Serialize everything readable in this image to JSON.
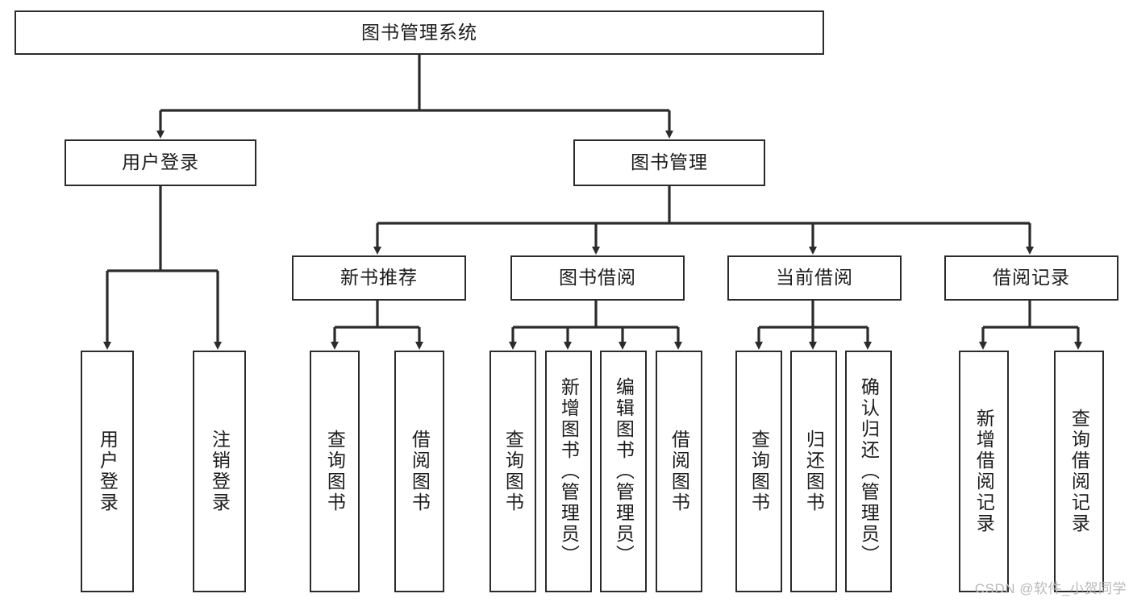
{
  "diagram": {
    "type": "tree-hierarchy",
    "title": "图书管理系统",
    "watermark": "CSDN @软件_小贺同学",
    "colors": {
      "box_border": "#2b2b2b",
      "box_fill": "#ffffff",
      "edge": "#2b2b2b",
      "text": "#1b1b1b",
      "watermark": "#b9b9b9"
    },
    "nodes": {
      "root": {
        "label": "图书管理系统"
      },
      "level2": [
        {
          "id": "user-login",
          "label": "用户登录"
        },
        {
          "id": "book-manage",
          "label": "图书管理"
        }
      ],
      "level3": [
        {
          "id": "new-book-recommend",
          "label": "新书推荐"
        },
        {
          "id": "book-borrow",
          "label": "图书借阅"
        },
        {
          "id": "current-borrow",
          "label": "当前借阅"
        },
        {
          "id": "borrow-record",
          "label": "借阅记录"
        }
      ],
      "leaves": [
        {
          "id": "leaf-user-login",
          "label": "用户登录",
          "parent": "user-login"
        },
        {
          "id": "leaf-logout",
          "label": "注销登录",
          "parent": "user-login"
        },
        {
          "id": "leaf-query-book-1",
          "label": "查询图书",
          "parent": "new-book-recommend"
        },
        {
          "id": "leaf-borrow-book-1",
          "label": "借阅图书",
          "parent": "new-book-recommend"
        },
        {
          "id": "leaf-query-book-2",
          "label": "查询图书",
          "parent": "book-borrow"
        },
        {
          "id": "leaf-add-book",
          "label": "新增图书（管理员）",
          "parent": "book-borrow"
        },
        {
          "id": "leaf-edit-book",
          "label": "编辑图书（管理员）",
          "parent": "book-borrow"
        },
        {
          "id": "leaf-borrow-book-2",
          "label": "借阅图书",
          "parent": "book-borrow"
        },
        {
          "id": "leaf-query-book-3",
          "label": "查询图书",
          "parent": "current-borrow"
        },
        {
          "id": "leaf-return-book",
          "label": "归还图书",
          "parent": "current-borrow"
        },
        {
          "id": "leaf-confirm-return",
          "label": "确认归还（管理员）",
          "parent": "current-borrow"
        },
        {
          "id": "leaf-add-record",
          "label": "新增借阅记录",
          "parent": "borrow-record"
        },
        {
          "id": "leaf-query-record",
          "label": "查询借阅记录",
          "parent": "borrow-record"
        }
      ]
    }
  }
}
